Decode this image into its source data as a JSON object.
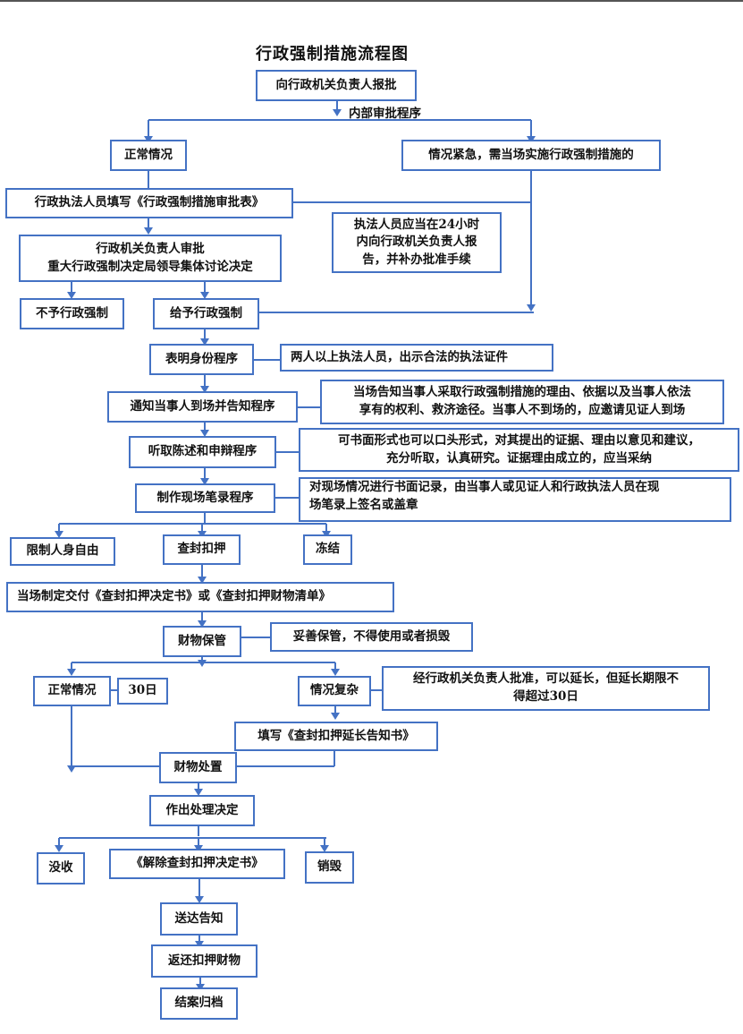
{
  "title": "行政强制措施流程图",
  "nodes": {
    "report": "向行政机关负责人报批",
    "internal_label": "内部审批程序",
    "normal": "正常情况",
    "urgent": "情况紧急，需当场实施行政强制措施的",
    "fill_form": "行政执法人员填写《行政强制措施审批表》",
    "urgent_note": [
      "执法人员应当在24小时",
      "内向行政机关负责人报",
      "告，并补办批准手续"
    ],
    "approve": [
      "行政机关负责人审批",
      "重大行政强制决定局领导集体讨论决定"
    ],
    "deny": "不予行政强制",
    "grant": "给予行政强制",
    "identity": "表明身份程序",
    "identity_note": "两人以上执法人员，出示合法的执法证件",
    "notify": "通知当事人到场并告知程序",
    "notify_note": [
      "当场告知当事人采取行政强制措施的理由、依据以及当事人依法",
      "享有的权利、救济途径。当事人不到场的，应邀请见证人到场"
    ],
    "hearing": "听取陈述和申辩程序",
    "hearing_note": [
      "可书面形式也可以口头形式，对其提出的证据、理由以意见和建议，",
      "充分听取，认真研究。证据理由成立的，应当采纳"
    ],
    "record": "制作现场笔录程序",
    "record_note": [
      "对现场情况进行书面记录，由当事人或见证人和行政执法人员在现",
      "场笔录上签名或盖章"
    ],
    "restrict": "限制人身自由",
    "seize": "查封扣押",
    "freeze": "冻结",
    "deliver_doc": "当场制定交付《查封扣押决定书》或《查封扣押财物清单》",
    "custody": "财物保管",
    "custody_note": "妥善保管，不得使用或者损毁",
    "normal2": "正常情况",
    "days30": "30日",
    "complex": "情况复杂",
    "complex_note": [
      "经行政机关负责人批准，可以延长，但延长期限不",
      "得超过30日"
    ],
    "extend_form": "填写《查封扣押延长告知书》",
    "disposal": "财物处置",
    "decision": "作出处理决定",
    "confiscate": "没收",
    "release_doc": "《解除查封扣押决定书》",
    "destroy": "销毁",
    "serve": "送达告知",
    "return": "返还扣押财物",
    "archive": "结案归档"
  }
}
